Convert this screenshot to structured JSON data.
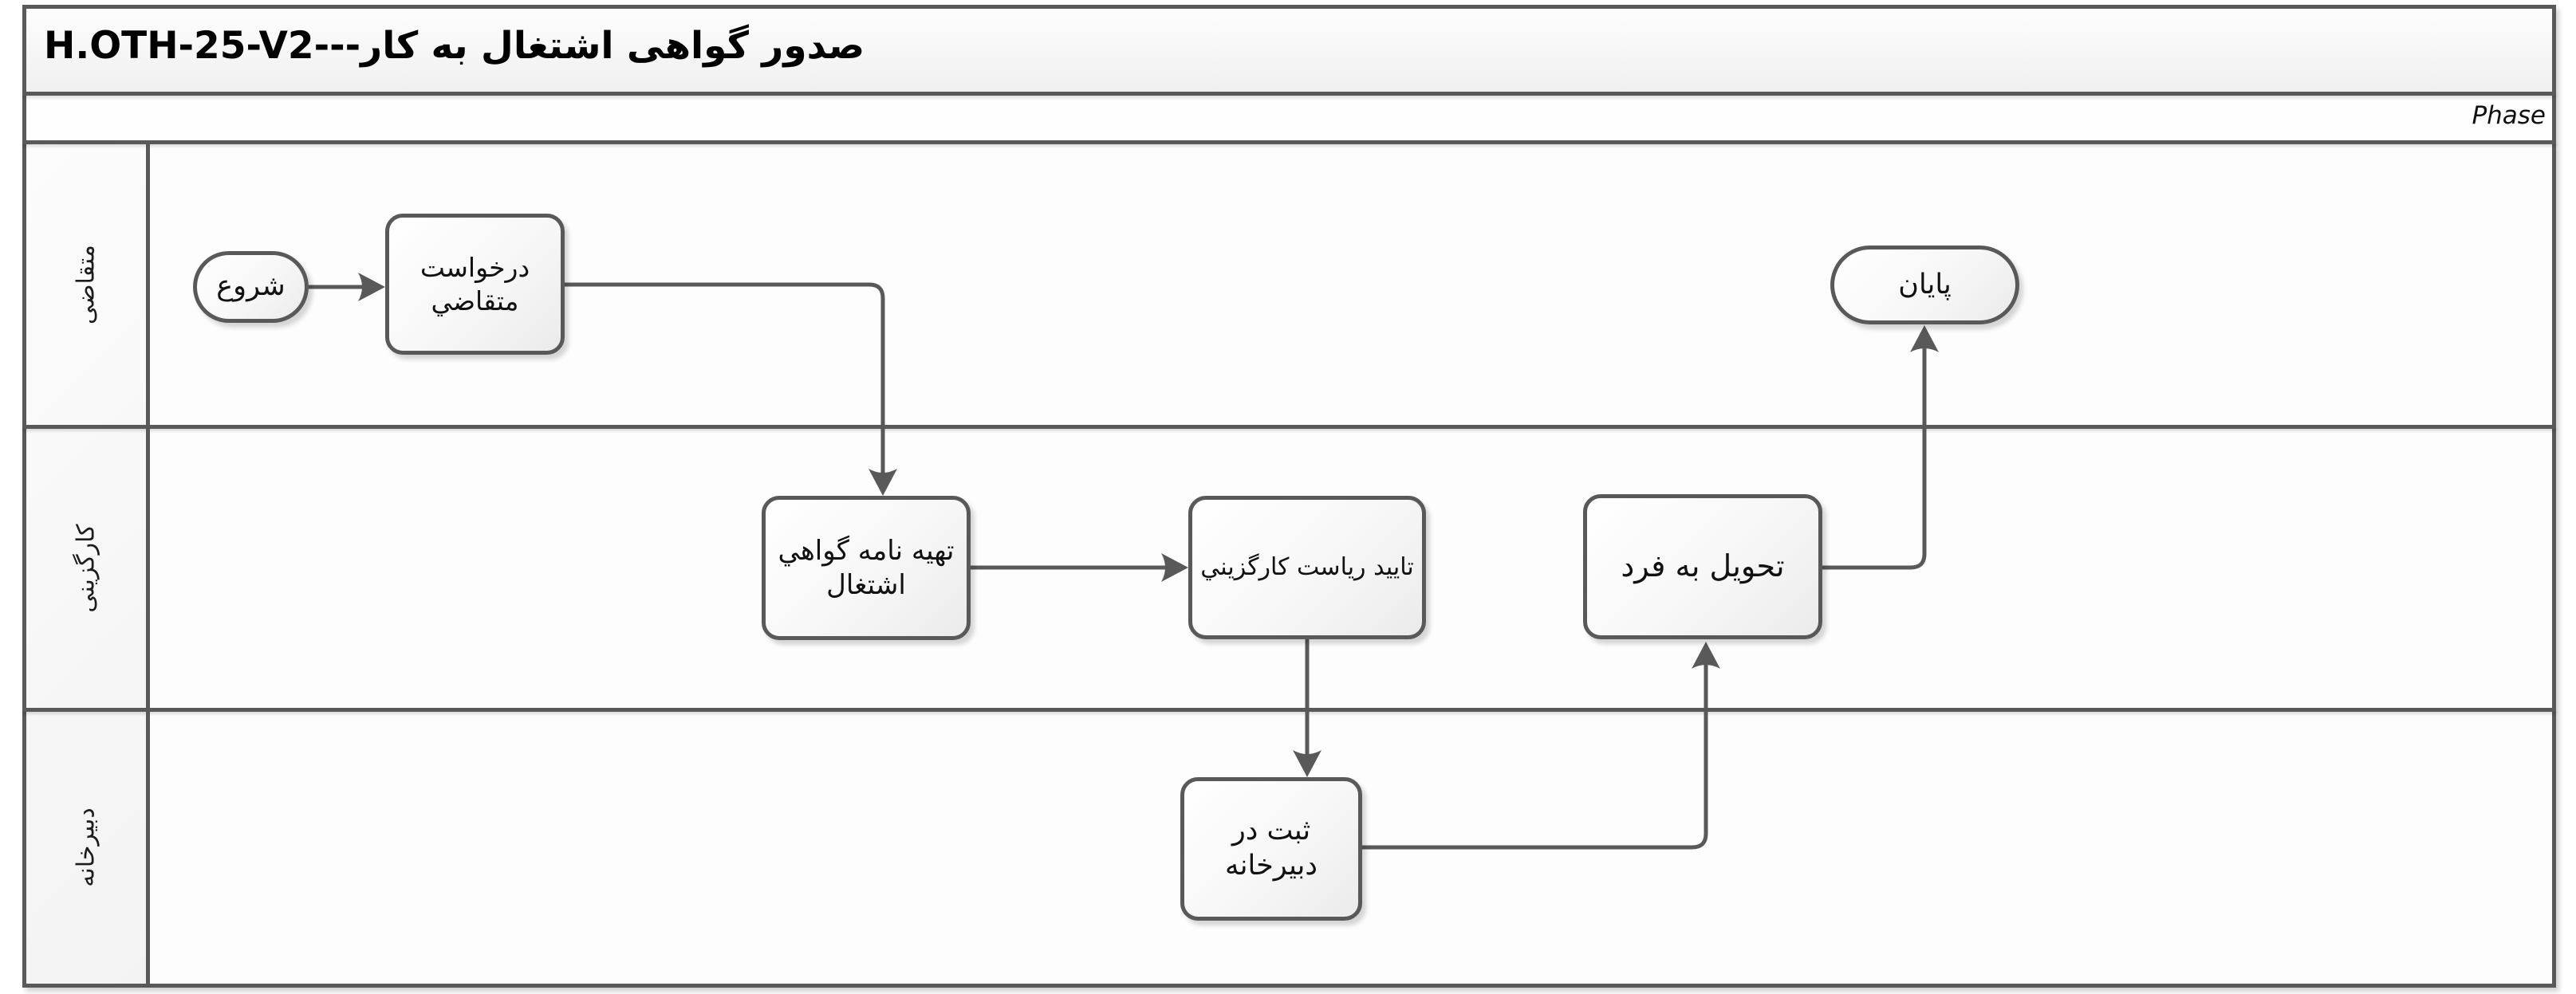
{
  "title": "صدور گواهی اشتغال به کار---H.OTH-25-V2",
  "phase_label": "Phase",
  "lanes": [
    {
      "label": "متقاضی"
    },
    {
      "label": "کارگزینی"
    },
    {
      "label": "دبیرخانه"
    }
  ],
  "nodes": {
    "start": "شروع",
    "request": "درخواست متقاضي",
    "prepare": "تهیه نامه گواهي اشتغال",
    "approve": "تایید ریاست کارگزیني",
    "register": "ثبت در دبیرخانه",
    "deliver": "تحویل به فرد",
    "end": "پایان"
  },
  "colors": {
    "line": "#595959",
    "node_border": "#595959",
    "text": "#111111"
  }
}
